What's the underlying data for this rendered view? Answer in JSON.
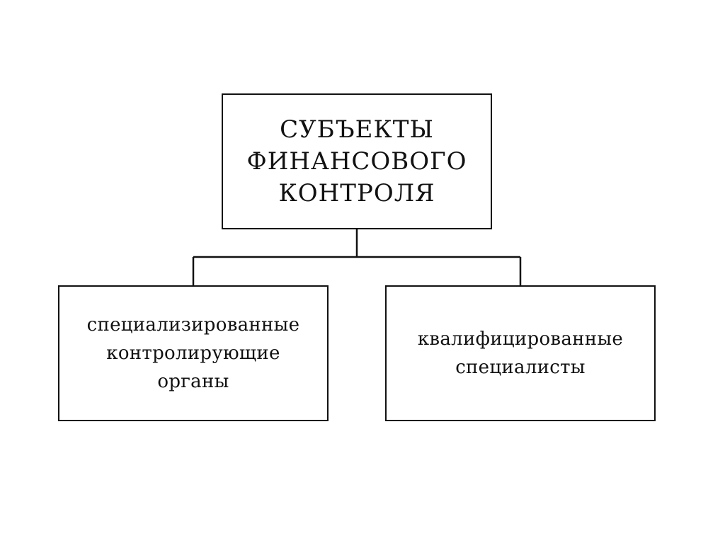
{
  "diagram": {
    "root": {
      "lines": [
        "СУБЪЕКТЫ",
        "ФИНАНСОВОГО",
        "КОНТРОЛЯ"
      ]
    },
    "children": [
      {
        "lines": [
          "специализированные",
          "контролирующие",
          "органы"
        ]
      },
      {
        "lines": [
          "квалифицированные",
          "специалисты"
        ]
      }
    ]
  }
}
